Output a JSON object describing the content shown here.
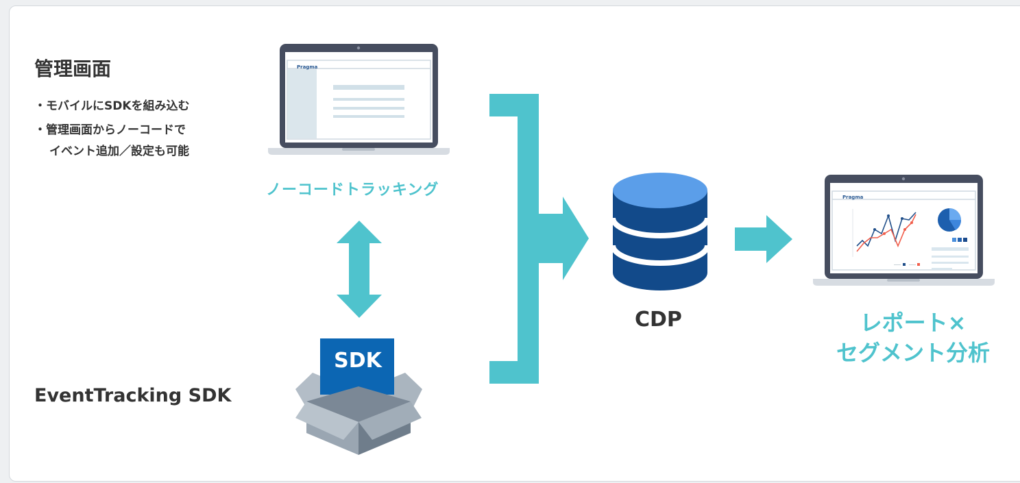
{
  "admin": {
    "title": "管理画面",
    "bullets": [
      "・モバイルにSDKを組み込む",
      "・管理画面からノーコードで",
      "イベント追加／設定も可能"
    ]
  },
  "nocode_label": "ノーコードトラッキング",
  "screen_brand": "Pragma",
  "sdk": {
    "box_label": "SDK",
    "title": "EventTracking SDK"
  },
  "cdp_label": "CDP",
  "report": {
    "line1": "レポート×",
    "line2": "セグメント分析"
  },
  "colors": {
    "teal": "#4fc3cd",
    "navy": "#124a8a",
    "cdp_top": "#5b9ee9",
    "laptop_frame": "#464d5f",
    "box_grey": "#8a98a6",
    "sdk_blue": "#0c66b3"
  },
  "icons": [
    "laptop-icon",
    "double-arrow-icon",
    "sdk-box-icon",
    "bracket-arrow-icon",
    "database-icon",
    "right-arrow-icon",
    "chart-laptop-icon"
  ]
}
